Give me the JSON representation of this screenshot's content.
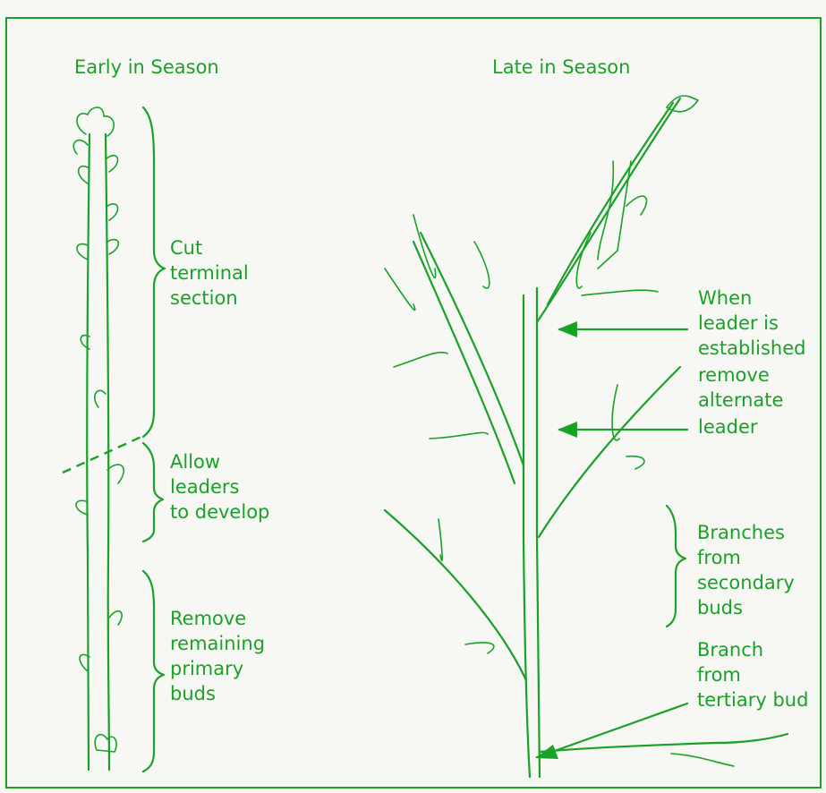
{
  "left_panel": {
    "title": "Early in Season",
    "labels": {
      "cut": [
        "Cut",
        "terminal",
        "section"
      ],
      "allow": [
        "Allow",
        "leaders",
        "to develop"
      ],
      "remove": [
        "Remove",
        "remaining",
        "primary",
        "buds"
      ]
    }
  },
  "right_panel": {
    "title": "Late in Season",
    "labels": {
      "leader": [
        "When",
        "leader is",
        "established",
        "remove",
        "alternate",
        "leader"
      ],
      "secondary": [
        "Branches",
        "from",
        "secondary",
        "buds"
      ],
      "tertiary": [
        "Branch",
        "from",
        "tertiary bud"
      ]
    }
  },
  "colors": {
    "ink": "#1aa12a",
    "paper": "#f7f7f3"
  }
}
